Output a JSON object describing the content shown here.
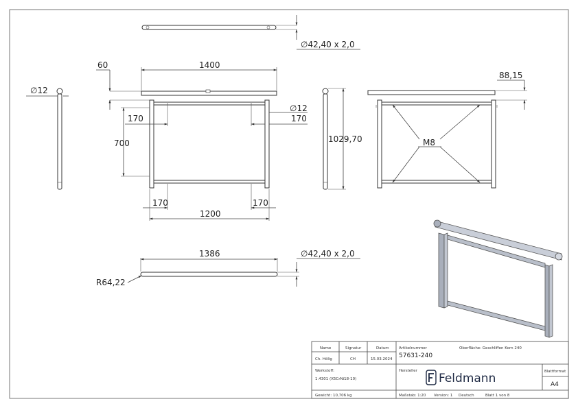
{
  "dimensions": {
    "tube_top_dia": "∅42,40 x 2,0",
    "dim_60": "60",
    "dim_1400": "1400",
    "dim_88_15": "88,15",
    "dia_12_left": "∅12",
    "dia_12_mid": "∅12",
    "dim_170_a": "170",
    "dim_170_b": "170",
    "dim_700": "700",
    "dim_1029_70": "1029,70",
    "thread_m8": "M8",
    "dim_170_c": "170",
    "dim_170_d": "170",
    "dim_1200": "1200",
    "dim_1386": "1386",
    "tube_bottom_dia": "∅42,40 x 2,0",
    "radius": "R64,22"
  },
  "title_block": {
    "name_label": "Name",
    "signatur_label": "Signatur",
    "datum_label": "Datum",
    "name_value": "Ch. Hölig",
    "signatur_value": "CH",
    "datum_value": "15.03.2024",
    "artikelnummer_label": "Artikelnummer",
    "artikelnummer_value": "57631-240",
    "oberflaeche": "Oberfläche:  Geschliffen Korn 240",
    "werkstoff_label": "Werkstoff:",
    "werkstoff_value": "1.4301 (X5CrNi18-10)",
    "hersteller_label": "Hersteller",
    "brand": "Feldmann",
    "blattformat_label": "Blattformat",
    "blattformat_value": "A4",
    "gewicht": "Gewicht: 10,706 kg",
    "massstab": "Maßstab: 1:20",
    "version": "Version: 1",
    "sprache": "Deutsch",
    "blatt": "Blatt 1 von 8"
  },
  "icons": {
    "brand_logo": "feldmann-f-logo-icon"
  }
}
